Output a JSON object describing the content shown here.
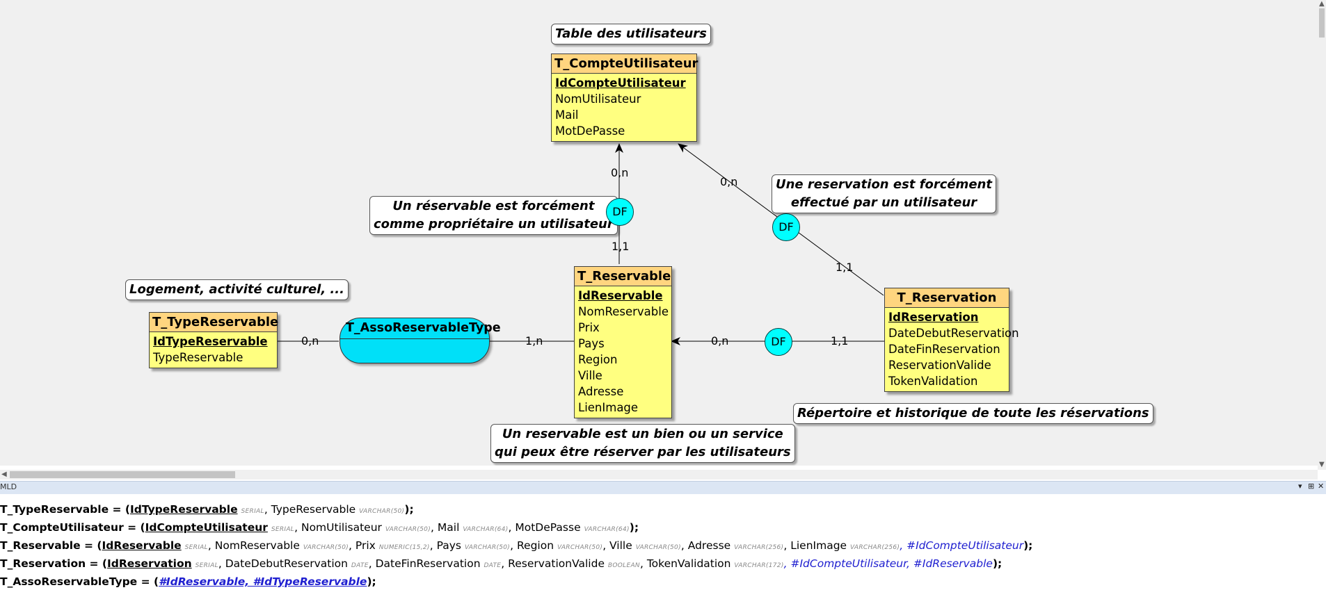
{
  "entities": {
    "compte": {
      "name": "T_CompteUtilisateur",
      "attributes": [
        "IdCompteUtilisateur",
        "NomUtilisateur",
        "Mail",
        "MotDePasse"
      ]
    },
    "reservable": {
      "name": "T_Reservable",
      "attributes": [
        "IdReservable",
        "NomReservable",
        "Prix",
        "Pays",
        "Region",
        "Ville",
        "Adresse",
        "LienImage"
      ]
    },
    "type": {
      "name": "T_TypeReservable",
      "attributes": [
        "IdTypeReservable",
        "TypeReservable"
      ]
    },
    "reservation": {
      "name": "T_Reservation",
      "attributes": [
        "IdReservation",
        "DateDebutReservation",
        "DateFinReservation",
        "ReservationValide",
        "TokenValidation"
      ]
    }
  },
  "association": {
    "name": "T_AssoReservableType"
  },
  "notes": {
    "users": "Table des utilisateurs",
    "reservable_owner": [
      "Un réservable est forcément",
      "comme propriétaire un utilisateur"
    ],
    "reservation_user": [
      "Une reservation est forcément",
      "effectué par un utilisateur"
    ],
    "logement": "Logement, activité culturel, ...",
    "reservable_def": [
      "Un reservable est un bien ou un service",
      "qui peux être réserver par les utilisateurs"
    ],
    "repertoire": "Répertoire et historique de toute les réservations"
  },
  "df_label": "DF",
  "cardinalities": {
    "owner_top": "0,n",
    "owner_bottom": "1,1",
    "resuser_top": "0,n",
    "resuser_bottom": "1,1",
    "type_left": "0,n",
    "type_right": "1,n",
    "resres_left": "0,n",
    "resres_right": "1,1"
  },
  "panel": {
    "title": "MLD",
    "buttons": [
      "▾",
      "⊞",
      "✕"
    ]
  },
  "mld": [
    {
      "name": "T_TypeReservable",
      "open": " = (",
      "close": ");",
      "items": [
        {
          "text": "IdTypeReservable",
          "type": "SERIAL",
          "kind": "pk"
        },
        {
          "text": "TypeReservable",
          "type": "VARCHAR(50)",
          "kind": "attr"
        }
      ]
    },
    {
      "name": "T_CompteUtilisateur",
      "open": " = (",
      "close": ");",
      "items": [
        {
          "text": "IdCompteUtilisateur",
          "type": "SERIAL",
          "kind": "pk"
        },
        {
          "text": "NomUtilisateur",
          "type": "VARCHAR(50)",
          "kind": "attr"
        },
        {
          "text": "Mail",
          "type": "VARCHAR(64)",
          "kind": "attr"
        },
        {
          "text": "MotDePasse",
          "type": "VARCHAR(64)",
          "kind": "attr"
        }
      ]
    },
    {
      "name": "T_Reservable",
      "open": " = (",
      "close": ");",
      "items": [
        {
          "text": "IdReservable",
          "type": "SERIAL",
          "kind": "pk"
        },
        {
          "text": "NomReservable",
          "type": "VARCHAR(50)",
          "kind": "attr"
        },
        {
          "text": "Prix",
          "type": "NUMERIC(15,2)",
          "kind": "attr"
        },
        {
          "text": "Pays",
          "type": "VARCHAR(50)",
          "kind": "attr"
        },
        {
          "text": "Region",
          "type": "VARCHAR(50)",
          "kind": "attr"
        },
        {
          "text": "Ville",
          "type": "VARCHAR(50)",
          "kind": "attr"
        },
        {
          "text": "Adresse",
          "type": "VARCHAR(256)",
          "kind": "attr"
        },
        {
          "text": "LienImage",
          "type": "VARCHAR(256)",
          "kind": "attr"
        },
        {
          "text": "#IdCompteUtilisateur",
          "type": "",
          "kind": "fk"
        }
      ]
    },
    {
      "name": "T_Reservation",
      "open": " = (",
      "close": ");",
      "items": [
        {
          "text": "IdReservation",
          "type": "SERIAL",
          "kind": "pk"
        },
        {
          "text": "DateDebutReservation",
          "type": "DATE",
          "kind": "attr"
        },
        {
          "text": "DateFinReservation",
          "type": "DATE",
          "kind": "attr"
        },
        {
          "text": "ReservationValide",
          "type": "BOOLEAN",
          "kind": "attr"
        },
        {
          "text": "TokenValidation",
          "type": "VARCHAR(172)",
          "kind": "attr"
        },
        {
          "text": "#IdCompteUtilisateur",
          "type": "",
          "kind": "fk"
        },
        {
          "text": "#IdReservable",
          "type": "",
          "kind": "fk"
        }
      ]
    },
    {
      "name": "T_AssoReservableType",
      "open": " = (",
      "close": ");",
      "items": [
        {
          "text": "#IdReservable, #IdTypeReservable",
          "type": "",
          "kind": "fkpk"
        }
      ]
    }
  ]
}
